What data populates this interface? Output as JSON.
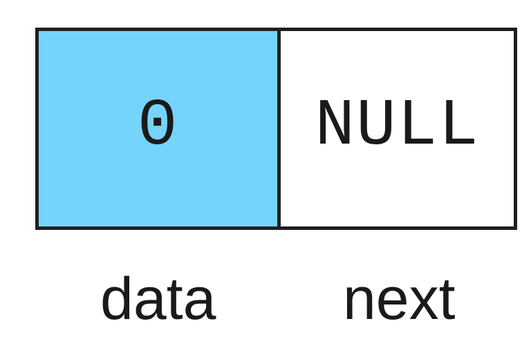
{
  "diagram": {
    "title": "linked-list-node",
    "node": {
      "data_value": "0",
      "next_value": "NULL"
    },
    "labels": {
      "data": "data",
      "next": "next"
    },
    "colors": {
      "data_fill": "#75d4fb",
      "next_fill": "#ffffff",
      "border": "#1f1f1f",
      "text": "#1a1a1a",
      "background": "#ffffff"
    }
  }
}
